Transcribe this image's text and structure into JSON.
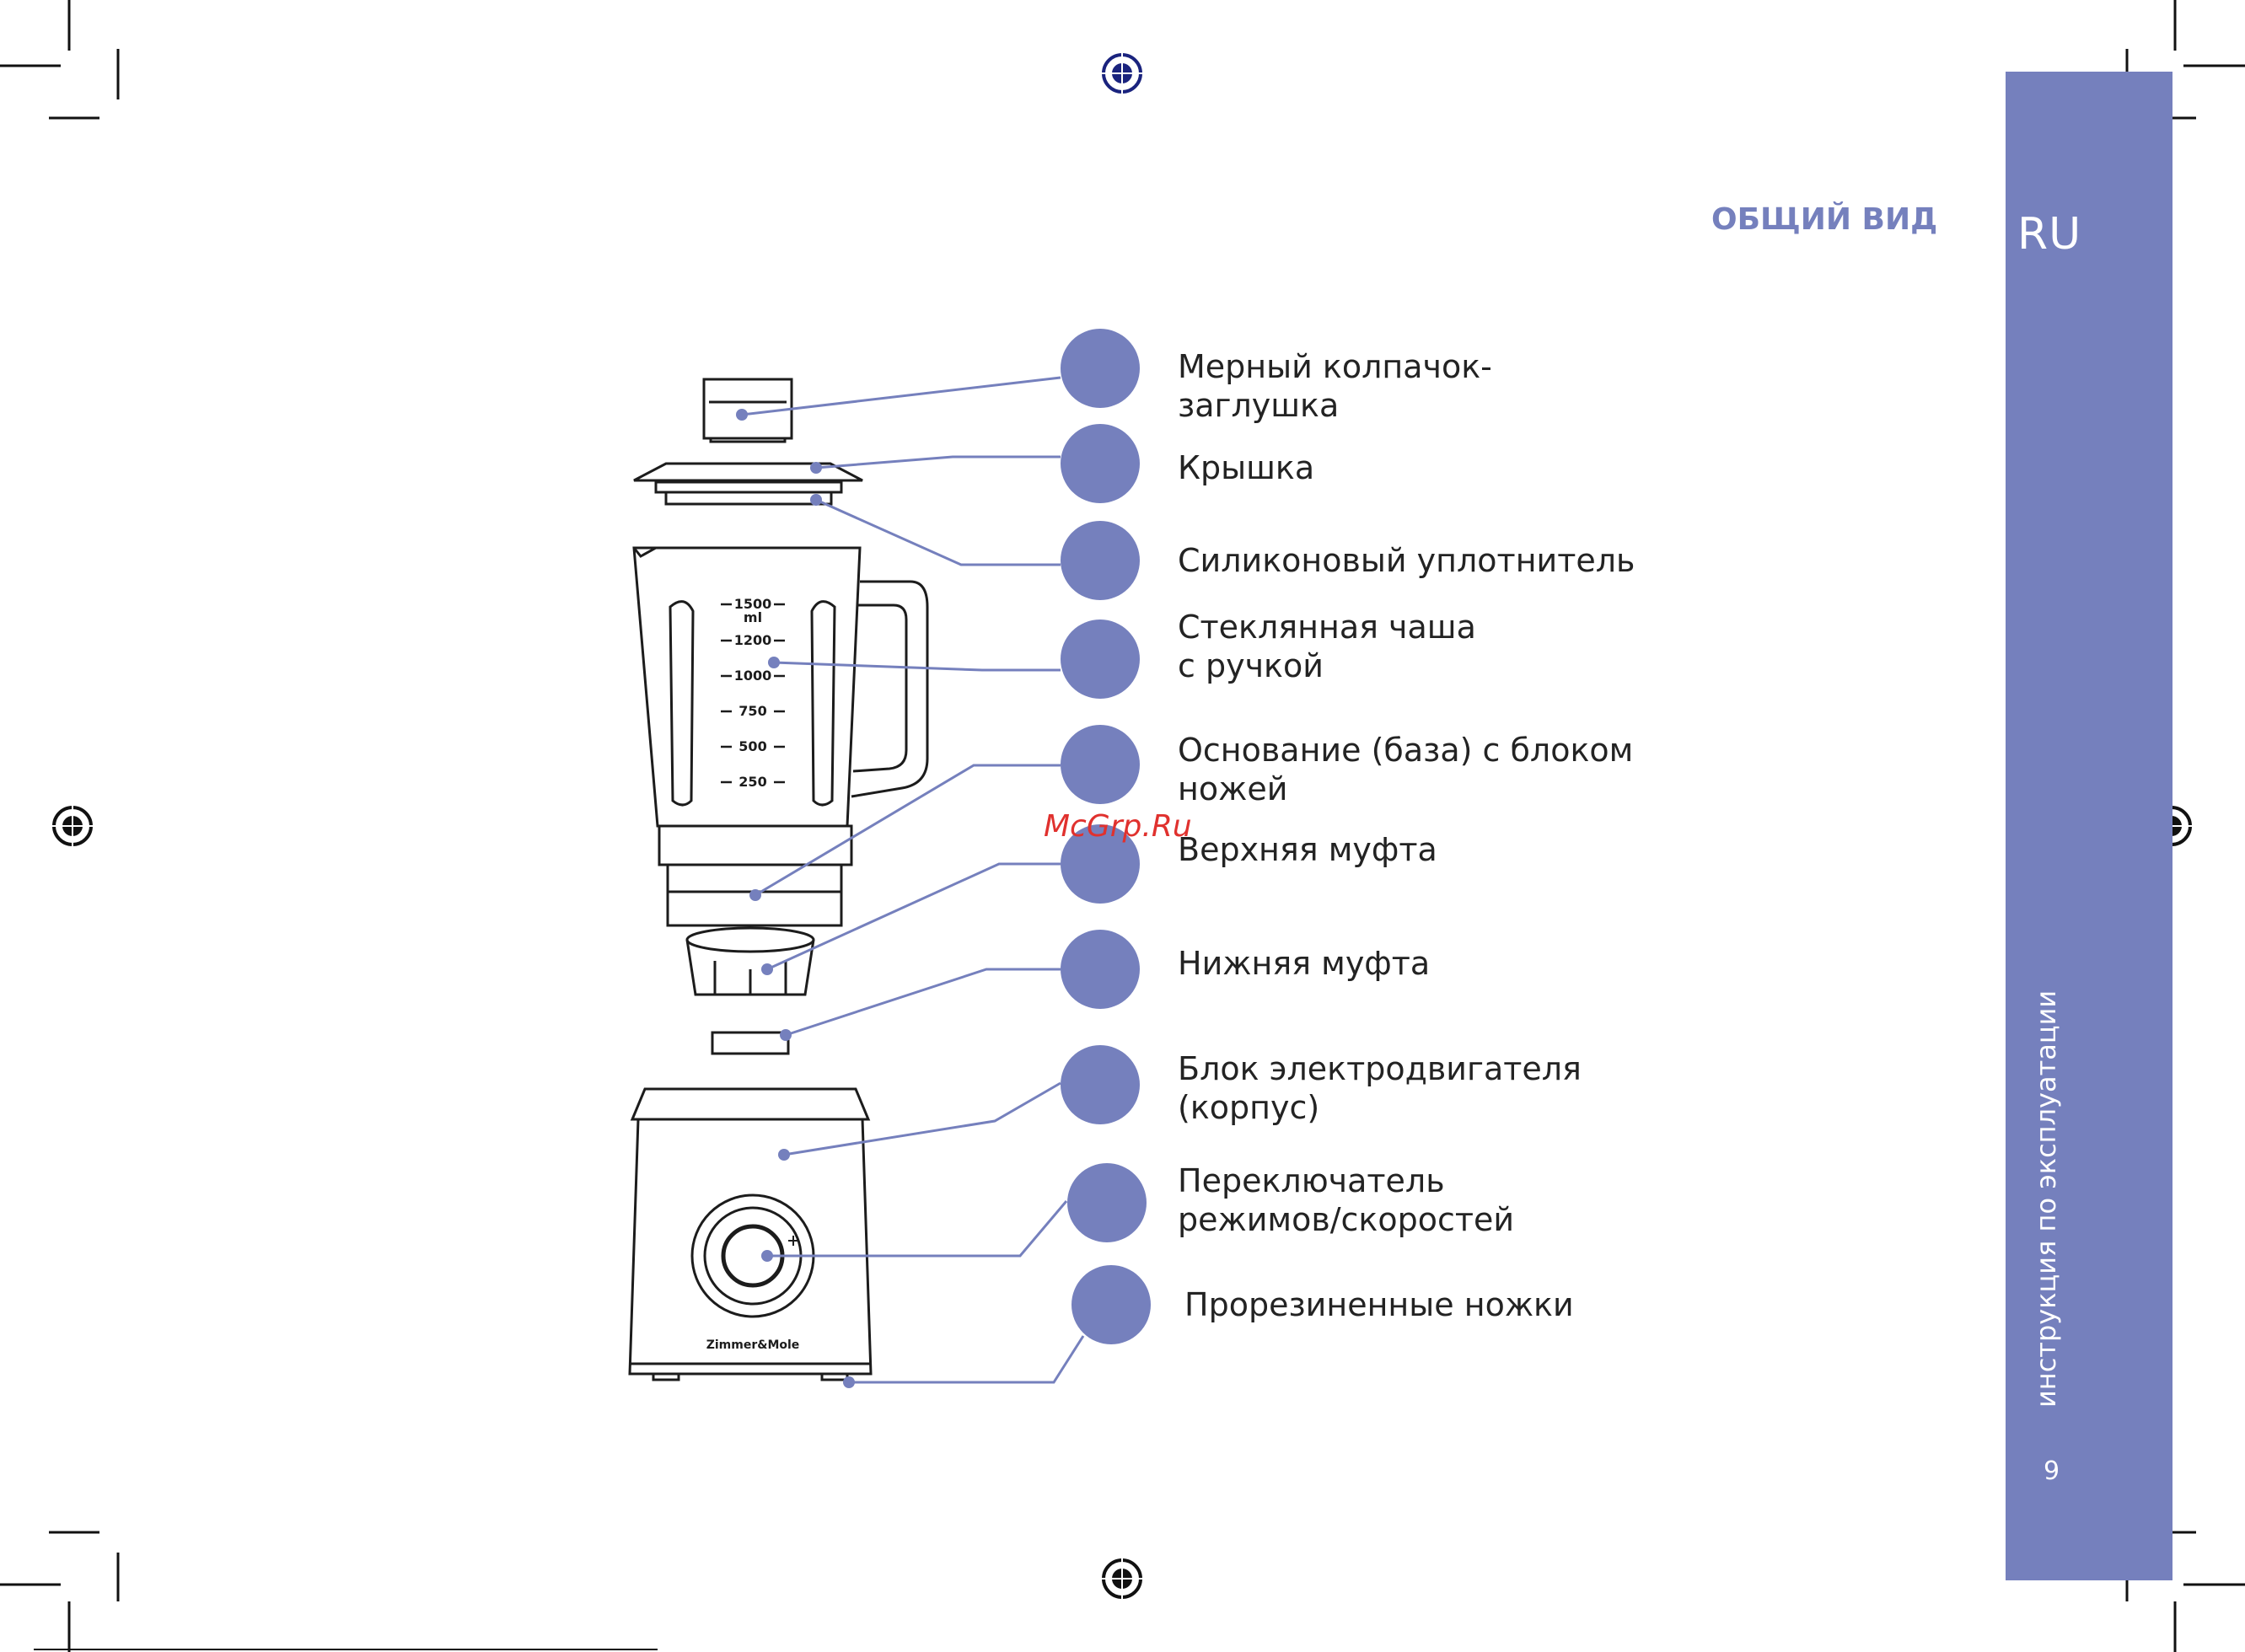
{
  "section_title": "ОБЩИЙ ВИД",
  "lang": "RU",
  "side_text": "инструкция по эксплуатации",
  "page_number": "9",
  "watermark": "McGrp.Ru",
  "jug_scale": {
    "top": "1500",
    "unit": "ml",
    "marks": [
      "1200",
      "1000",
      "750",
      "500",
      "250"
    ]
  },
  "brand_on_base": "Zimmer&Mole",
  "parts": [
    {
      "line1": "Мерный колпачок-",
      "line2": "заглушка"
    },
    {
      "line1": "Крышка",
      "line2": ""
    },
    {
      "line1": "Силиконовый уплотнитель",
      "line2": ""
    },
    {
      "line1": "Стеклянная чаша",
      "line2": "с ручкой"
    },
    {
      "line1": "Основание (база) с блоком",
      "line2": "ножей"
    },
    {
      "line1": "Верхняя муфта",
      "line2": ""
    },
    {
      "line1": "Нижняя муфта",
      "line2": ""
    },
    {
      "line1": "Блок электродвигателя",
      "line2": "(корпус)"
    },
    {
      "line1": "Переключатель",
      "line2": "режимов/скоростей"
    },
    {
      "line1": "Прорезиненные ножки",
      "line2": ""
    }
  ],
  "colors": {
    "accent": "#7580bd",
    "text": "#232323",
    "watermark": "#e0312e"
  }
}
